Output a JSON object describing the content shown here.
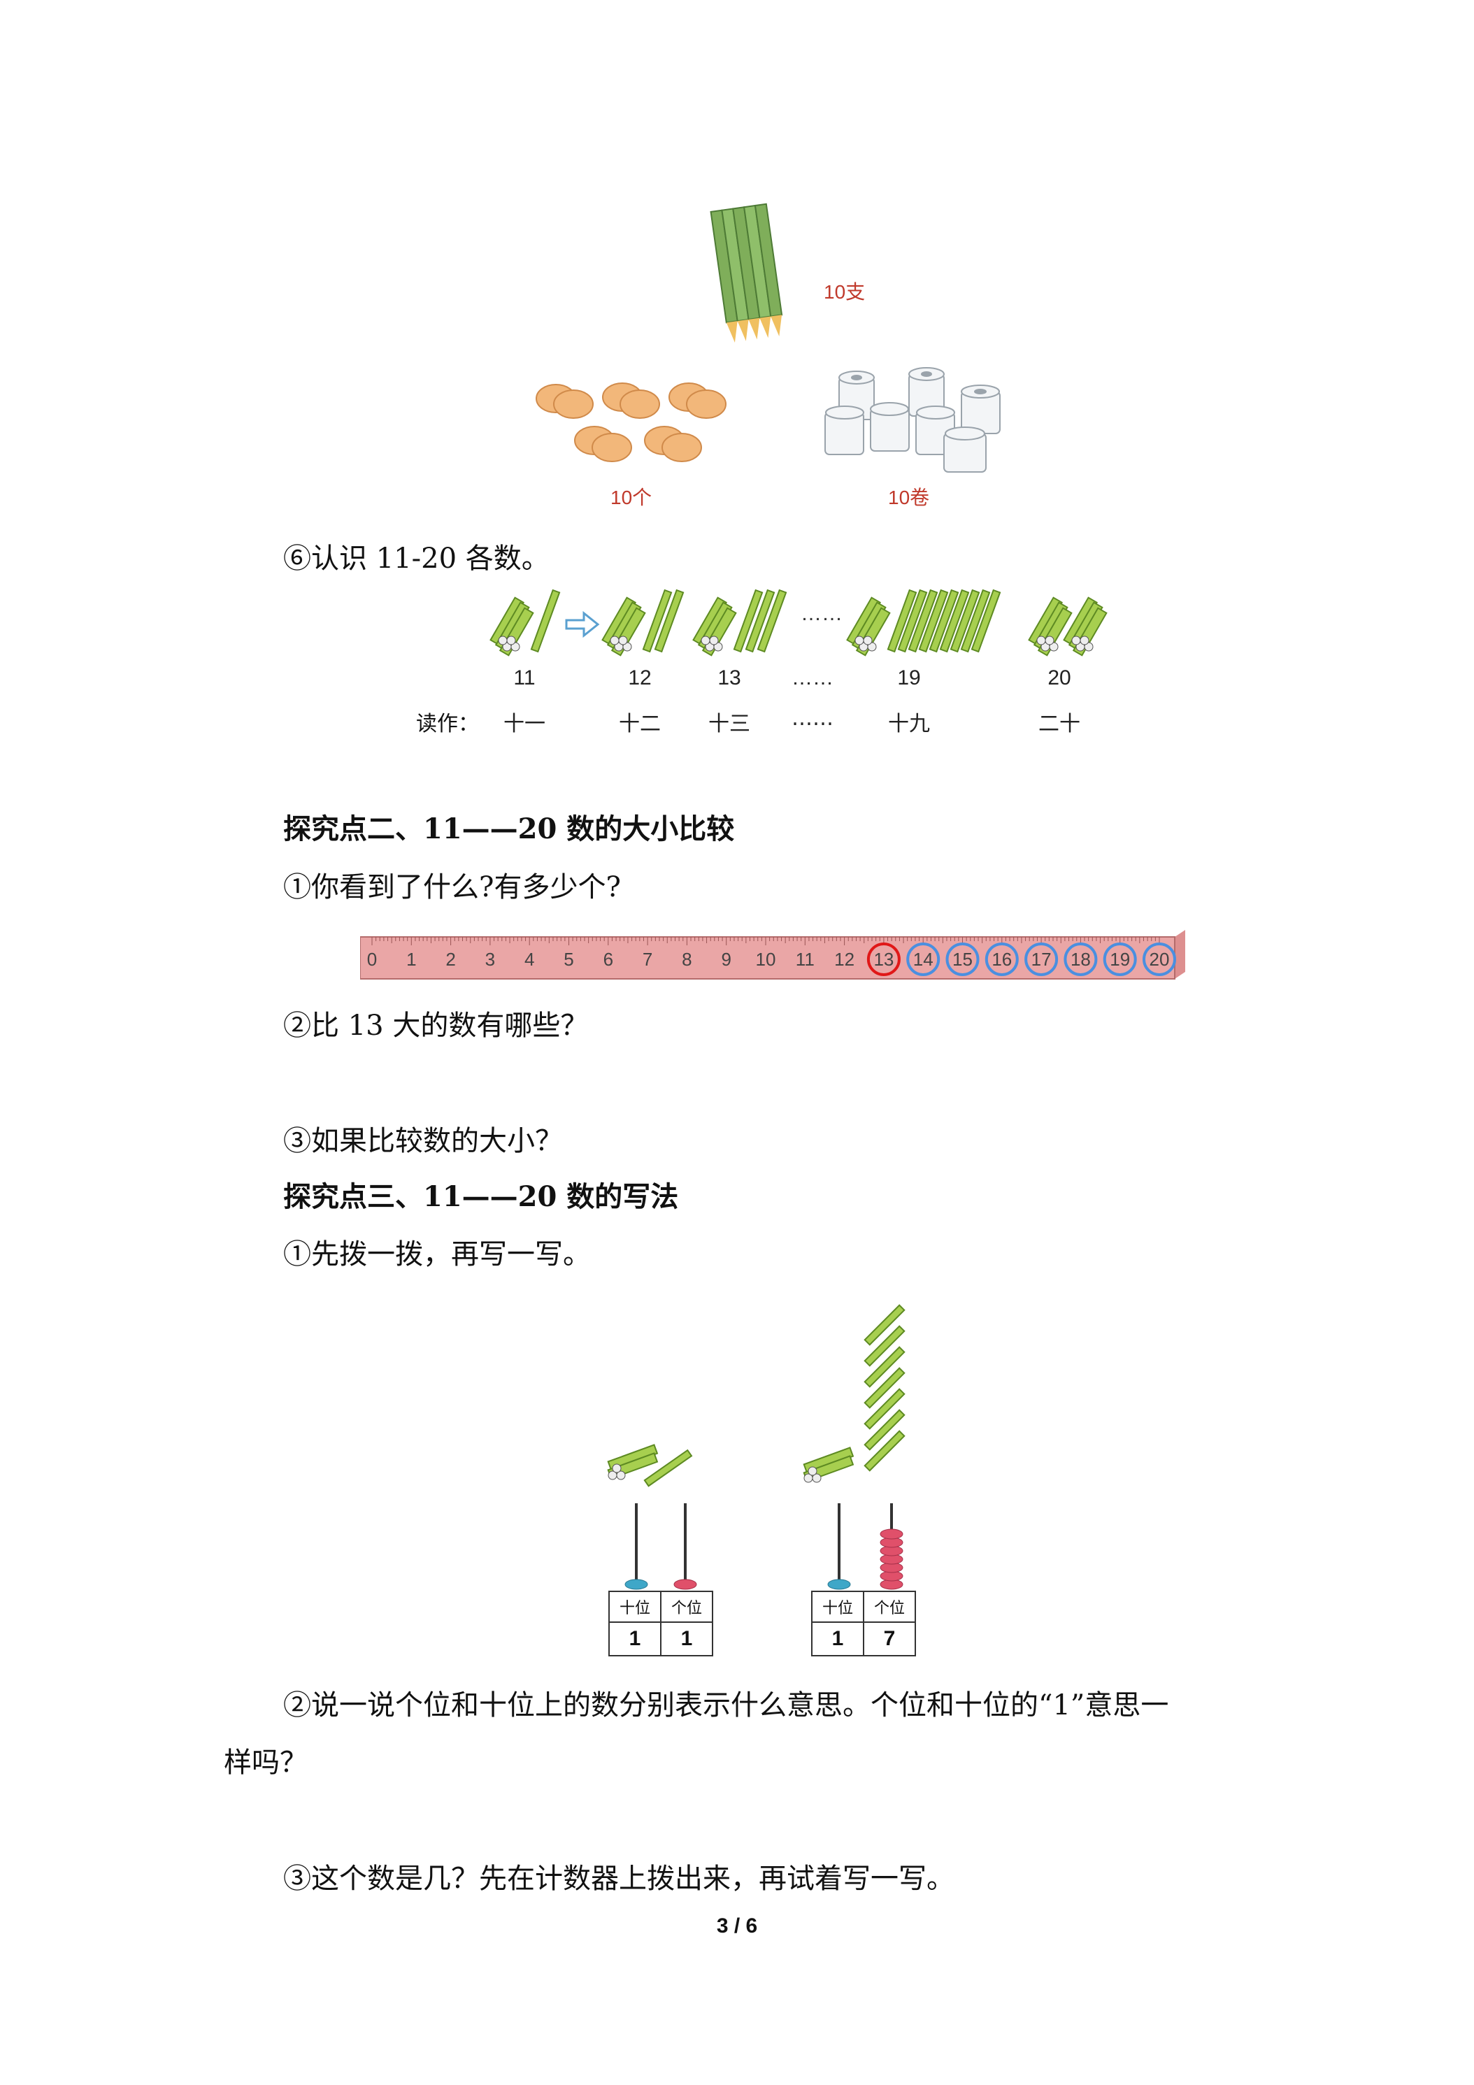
{
  "intro_images": {
    "pencils_caption": "10支",
    "eggs_caption": "10个",
    "rolls_caption": "10卷"
  },
  "section1": {
    "item6": "⑥认识 11-20 各数。",
    "numbers": [
      "11",
      "12",
      "13",
      "……",
      "19",
      "20"
    ],
    "read_label": "读作：",
    "readings": [
      "十一",
      "十二",
      "十三",
      "……",
      "十九",
      "二十"
    ]
  },
  "section2": {
    "heading": "探究点二、11——20 数的大小比较",
    "q1": "①你看到了什么?有多少个?",
    "ruler_numbers": [
      "0",
      "1",
      "2",
      "3",
      "4",
      "5",
      "6",
      "7",
      "8",
      "9",
      "10",
      "11",
      "12",
      "13",
      "14",
      "15",
      "16",
      "17",
      "18",
      "19",
      "20"
    ],
    "ruler_red_circle": "13",
    "ruler_blue_circles": [
      "14",
      "15",
      "16",
      "17",
      "18",
      "19",
      "20"
    ],
    "q2": "②比 13 大的数有哪些？",
    "q3": "③如果比较数的大小？"
  },
  "section3": {
    "heading": "探究点三、11——20 数的写法",
    "q1": "①先拨一拨，再写一写。",
    "counter_a": {
      "tens_label": "十位",
      "ones_label": "个位",
      "tens_value": "1",
      "ones_value": "1"
    },
    "counter_b": {
      "tens_label": "十位",
      "ones_label": "个位",
      "tens_value": "1",
      "ones_value": "7"
    },
    "q2_line1": "②说一说个位和十位上的数分别表示什么意思。个位和十位的“1”意思一",
    "q2_line2": "样吗？",
    "q3": "③这个数是几？先在计数器上拨出来，再试着写一写。"
  },
  "footer": {
    "page": "3 / 6"
  },
  "colors": {
    "caption_red": "#c0392b",
    "ruler_pink": "#e8a3a3",
    "circle_red": "#e01818",
    "circle_blue": "#4a8fe0",
    "stick_green": "#8fbf3a",
    "bead_pink": "#e0506a",
    "bead_blue": "#3fa7c8"
  }
}
